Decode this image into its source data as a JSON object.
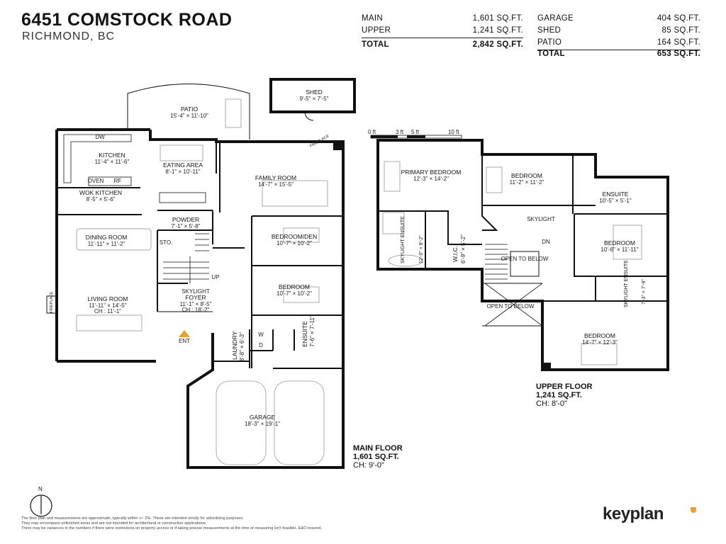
{
  "header": {
    "address": "6451 COMSTOCK ROAD",
    "city": "RICHMOND, BC"
  },
  "areas_left": [
    {
      "label": "MAIN",
      "value": "1,601 SQ.FT."
    },
    {
      "label": "UPPER",
      "value": "1,241 SQ.FT."
    }
  ],
  "areas_left_total": {
    "label": "TOTAL",
    "value": "2,842 SQ.FT."
  },
  "areas_right": [
    {
      "label": "GARAGE",
      "value": "404 SQ.FT."
    },
    {
      "label": "SHED",
      "value": "85 SQ.FT."
    },
    {
      "label": "PATIO",
      "value": "164 SQ.FT."
    }
  ],
  "areas_right_total": {
    "label": "TOTAL",
    "value": "653 SQ.FT."
  },
  "main_rooms": {
    "patio": {
      "name": "PATIO",
      "dim": "15'-4\" × 11'-10\""
    },
    "shed": {
      "name": "SHED",
      "dim": "9'-5\" × 7'-5\""
    },
    "kitchen": {
      "name": "KITCHEN",
      "dim": "11'-4\" × 11'-6\""
    },
    "eating": {
      "name": "EATING AREA",
      "dim": "8'-1\" × 10'-11\""
    },
    "family": {
      "name": "FAMILY ROOM",
      "dim": "14'-7\" × 15'-5\""
    },
    "wok": {
      "name": "WOK KITCHEN",
      "dim": "8'-5\" × 5'-6\""
    },
    "powder": {
      "name": "POWDER",
      "dim": "7'-1\" × 5'-8\""
    },
    "dining": {
      "name": "DINING ROOM",
      "dim": "11'-11\" × 11'-2\""
    },
    "bedden": {
      "name": "BEDROOM/DEN",
      "dim": "10'-7\" × 10'-2\""
    },
    "sto": {
      "name": "STO."
    },
    "foyer": {
      "pre": "SKYLIGHT",
      "name": "FOYER",
      "dim": "11'-1\" × 8'-5\"",
      "ch": "CH : 18'-2\""
    },
    "living": {
      "name": "LIVING ROOM",
      "dim": "11'-11\" × 14'-5\"",
      "ch": "CH : 11'-1\""
    },
    "bedroom": {
      "name": "BEDROOM",
      "dim": "10'-7\" × 10'-2\""
    },
    "laundry": {
      "name": "LAUNDRY",
      "dim": "8'-8\" × 6'-3\""
    },
    "ensuite": {
      "name": "ENSUITE",
      "dim": "7'-6\" × 7'-11\""
    },
    "garage": {
      "name": "GARAGE",
      "dim": "18'-3\" × 19'-1\""
    },
    "ent": "ENT",
    "up": "UP",
    "fireplace": "FIREPLACE",
    "fireplace2": "FIREPLACE"
  },
  "kitchen_tags": {
    "dw": "DW",
    "oven": "OVEN",
    "rf": "RF",
    "w": "W",
    "d": "D"
  },
  "upper_rooms": {
    "primary": {
      "name": "PRIMARY BEDROOM",
      "dim": "12'-3\" × 14'-2\""
    },
    "bed2": {
      "name": "BEDROOM",
      "dim": "11'-2\" × 11'-2\""
    },
    "ensuite": {
      "name": "ENSUITE",
      "dim": "10'-5\" × 5'-1\""
    },
    "skylight": "SKYLIGHT",
    "dn": "DN",
    "bed3": {
      "name": "BEDROOM",
      "dim": "10'-6\" × 11'-11\""
    },
    "skyens1": {
      "name": "SKYLIGHT ENSUITE",
      "dim": "12'-0\" × 8'-2\""
    },
    "wic": {
      "name": "W.I.C.",
      "dim": "6'-9\" × 5'-2\""
    },
    "open1": "OPEN TO BELOW",
    "open2": "OPEN TO BELOW",
    "skyens2": {
      "name": "SKYLIGHT ENSUITE",
      "dim": "7'-3\" × 7'-9\""
    },
    "bed4": {
      "name": "BEDROOM",
      "dim": "14'-7\" × 12'-3\""
    }
  },
  "scale": [
    "0 ft",
    "3 ft",
    "5 ft",
    "10 ft"
  ],
  "main_floor": {
    "title": "MAIN FLOOR",
    "area": "1,601 SQ.FT.",
    "ch": "CH: 9'-0\""
  },
  "upper_floor": {
    "title": "UPPER FLOOR",
    "area": "1,241 SQ.FT.",
    "ch": "CH: 8'-0\""
  },
  "north": "N",
  "disclaimer": [
    "The floor plan and measurements are approximate, typically within +/- 2%. These are intended strictly for advertising purposes.",
    "They may encompass unfinished areas and are not intended for architectural or construction applications.",
    "There may be variances in the numbers if there were restrictions on property access or if taking precise measurements at the time of measuring isn't feasible. E&O insured."
  ],
  "brand": "keyplan"
}
